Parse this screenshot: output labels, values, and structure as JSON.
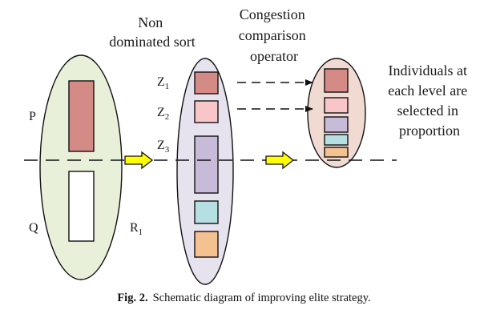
{
  "labels": {
    "p": "P",
    "q": "Q",
    "r1_main": "R",
    "r1_sub": "1",
    "z1_main": "Z",
    "z1_sub": "1",
    "z2_main": "Z",
    "z2_sub": "2",
    "z3_main": "Z",
    "z3_sub": "3"
  },
  "annotations": {
    "nondominated": [
      "Non",
      "dominated sort"
    ],
    "congestion": [
      "Congestion",
      "comparison",
      "operator"
    ],
    "individuals": [
      "Individuals at",
      "each level are",
      "selected in",
      "proportion"
    ]
  },
  "caption": {
    "label": "Fig. 2.",
    "text": "Schematic diagram of improving elite strategy."
  },
  "colors": {
    "ellipse_left": "#e8f0da",
    "ellipse_mid": "#e6e3ef",
    "ellipse_right": "#f1dad2",
    "block_rose": "#d48b86",
    "block_pink": "#f8c6c8",
    "block_lavender": "#c8bbd9",
    "block_cyan": "#b6dfe3",
    "block_orange": "#f4c190",
    "block_white": "#ffffff",
    "arrow_fill": "#ffff00"
  }
}
